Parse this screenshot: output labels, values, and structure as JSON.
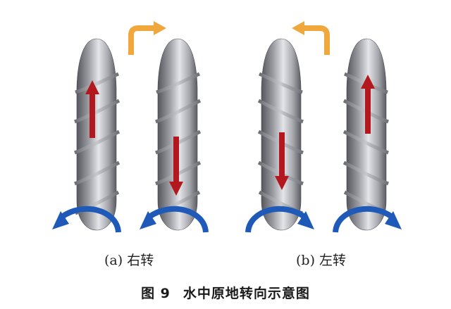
{
  "panels": {
    "a_label": "(a) 右转",
    "b_label": "(b) 左转"
  },
  "caption": {
    "number": "图 9",
    "text": "水中原地转向示意图"
  },
  "colors": {
    "hull_dark": "#5b5d63",
    "hull_light": "#d9dade",
    "force_arrow": "#b3181e",
    "rotation_arrow": "#1f5ab8",
    "turn_arrow": "#f0a83c"
  },
  "icons": {
    "turn_right": "curved-arrow-right-icon",
    "turn_left": "curved-arrow-left-icon"
  }
}
